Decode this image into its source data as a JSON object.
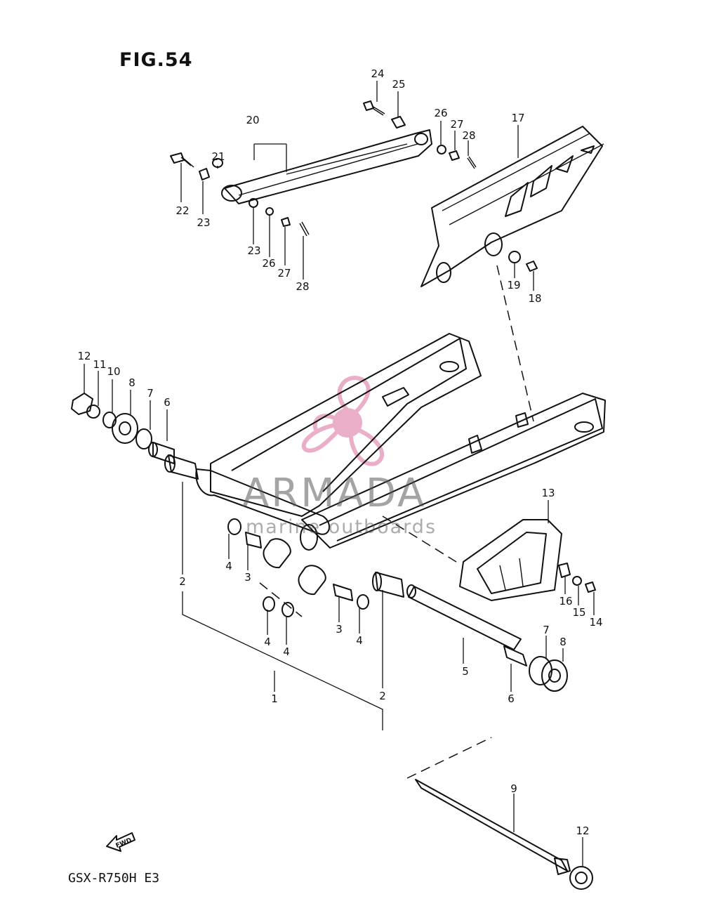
{
  "figure": {
    "title": "FIG.54",
    "model": "GSX-R750H E3"
  },
  "watermark": {
    "logo_text": "ARMADA",
    "tagline": "marine outboards",
    "logo_color": "#e8a0c0"
  },
  "fwd_label": "FWD",
  "callouts": {
    "n1": "1",
    "n2a": "2",
    "n2b": "2",
    "n3a": "3",
    "n3b": "3",
    "n4a": "4",
    "n4b": "4",
    "n4c": "4",
    "n4d": "4",
    "n5": "5",
    "n6a": "6",
    "n6b": "6",
    "n7a": "7",
    "n7b": "7",
    "n8a": "8",
    "n8b": "8",
    "n9": "9",
    "n10": "10",
    "n11": "11",
    "n12a": "12",
    "n12b": "12",
    "n13": "13",
    "n14": "14",
    "n15": "15",
    "n16": "16",
    "n17": "17",
    "n18": "18",
    "n19": "19",
    "n20": "20",
    "n21": "21",
    "n22": "22",
    "n23a": "23",
    "n23b": "23",
    "n24": "24",
    "n25": "25",
    "n26a": "26",
    "n26b": "26",
    "n27a": "27",
    "n27b": "27",
    "n28a": "28",
    "n28b": "28"
  }
}
